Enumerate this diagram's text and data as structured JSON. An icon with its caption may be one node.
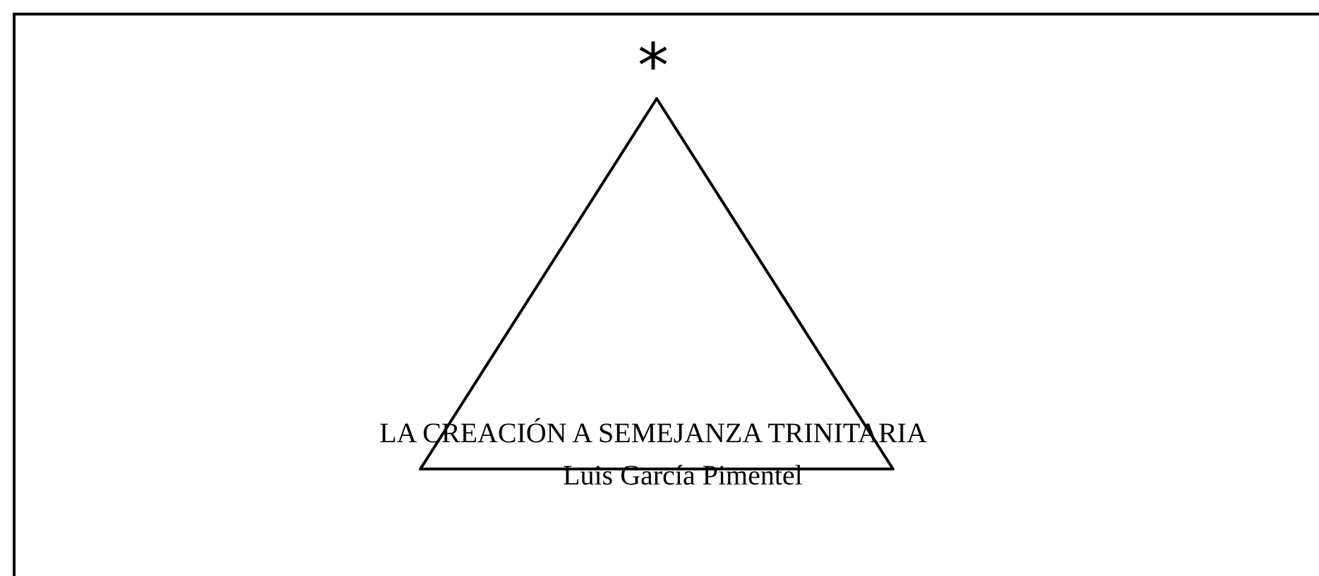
{
  "diagram": {
    "title": "LA CREACIÓN A SEMEJANZA TRINITARIA",
    "nodes": [
      {
        "text": [],
        "shape": "triangle"
      }
    ],
    "labels": [
      "*",
      "Luis García Pimentel"
    ]
  }
}
